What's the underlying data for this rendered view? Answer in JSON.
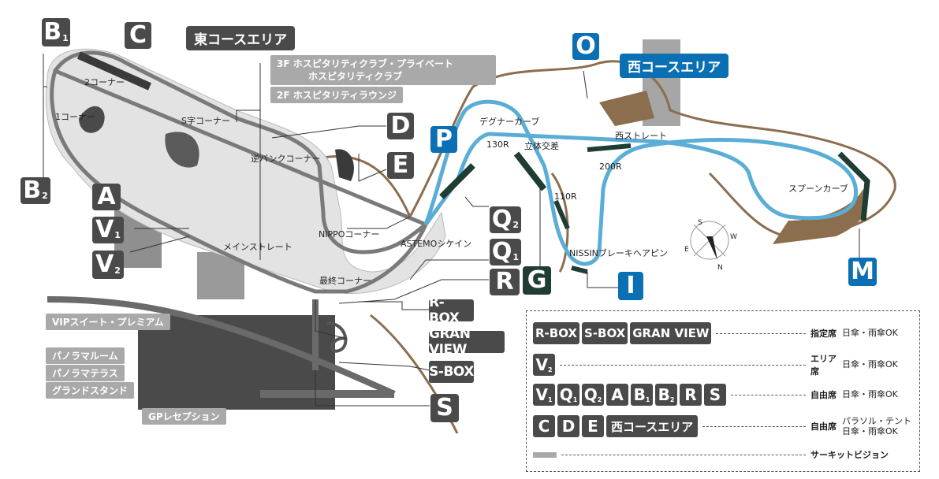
{
  "areas": {
    "east": "東コースエリア",
    "west": "西コースエリア"
  },
  "hospitality": {
    "f3_line1": "3F ホスピタリティクラブ・プライベート",
    "f3_line2": "ホスピタリティクラブ",
    "f2": "2F ホスピタリティラウンジ"
  },
  "left_labels": {
    "vip": "VIPスイート・プレミアム",
    "panorama_room": "パノラマルーム",
    "panorama_terrace": "パノラマテラス",
    "grandstand": "グランドスタンド",
    "gp_reception": "GPレセプション"
  },
  "corners": {
    "c2": "2コーナー",
    "c1": "1コーナー",
    "s_curve": "S字コーナー",
    "reverse_bank": "逆バンクコーナー",
    "dunlop": "デグナーカーブ",
    "r130": "130R",
    "overpass": "立体交差",
    "nishi_straight": "西ストレート",
    "r200": "200R",
    "spoon": "スプーンカーブ",
    "r110": "110R",
    "hairpin": "NISSINブレーキヘアピン",
    "nippo": "NIPPOコーナー",
    "astemo": "ASTEMOシケイン",
    "main_straight": "メインストレート",
    "final": "最終コーナー"
  },
  "seat_badges": {
    "B": "B",
    "B_sub1": "1",
    "B_sub2": "2",
    "C": "C",
    "D": "D",
    "E": "E",
    "A": "A",
    "V": "V",
    "V_sub1": "1",
    "V_sub2": "2",
    "Q": "Q",
    "Q_sub1": "1",
    "Q_sub2": "2",
    "R": "R",
    "S": "S",
    "G": "G",
    "P": "P",
    "O": "O",
    "I": "I",
    "M": "M",
    "rbox": "R-BOX",
    "sbox": "S-BOX",
    "granview": "GRAN VIEW"
  },
  "legend": {
    "row1_badges": [
      "R-BOX",
      "S-BOX",
      "GRAN VIEW"
    ],
    "row1_type": "指定席",
    "row1_note": "日傘・雨傘OK",
    "row2_type": "エリア席",
    "row2_note": "日傘・雨傘OK",
    "row3_type": "自由席",
    "row3_note": "日傘・雨傘OK",
    "row4_type": "自由席",
    "row4_note1": "パラソル・テント",
    "row4_note2": "日傘・雨傘OK",
    "row5_type": "サーキットビジョン"
  },
  "compass": {
    "n": "N",
    "e": "E",
    "s": "S",
    "w": "W"
  },
  "colors": {
    "badge_dark": "#4a4a4a",
    "badge_blue": "#0b6fb3",
    "track_west": "#5aaed6",
    "track_east": "#8c8c8c",
    "road": "#8b6e4e"
  }
}
